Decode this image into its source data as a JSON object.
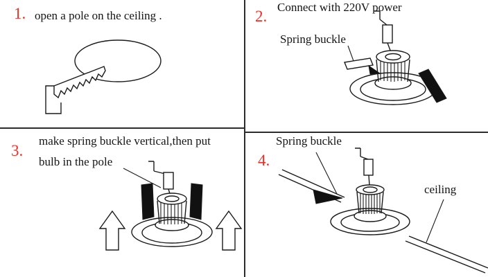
{
  "colors": {
    "step_number": "#e8322a",
    "line": "#1a1a1a",
    "background": "#ffffff"
  },
  "steps": [
    {
      "number": "1.",
      "caption": "open a pole on the ceiling ."
    },
    {
      "number": "2.",
      "caption": "Connect with 220V power",
      "spring_label": "Spring buckle"
    },
    {
      "number": "3.",
      "caption_line1": "make spring buckle vertical,then put",
      "caption_line2": "bulb in the pole"
    },
    {
      "number": "4.",
      "spring_label": "Spring buckle",
      "ceiling_label": "ceiling"
    }
  ]
}
